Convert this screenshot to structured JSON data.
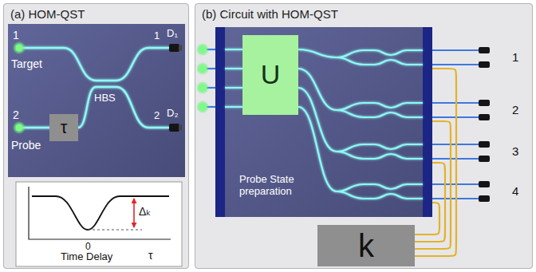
{
  "diagram": {
    "nodes": [
      {
        "text": [
          "(a) HOM-QST"
        ]
      },
      {
        "text": [
          "τ"
        ],
        "in": 0
      },
      {
        "text": [
          "(b) Circuit with HOM-QST"
        ]
      },
      {
        "text": [
          "Probe State preparation"
        ],
        "in": 2
      },
      {
        "text": [
          "U"
        ],
        "in": 3
      },
      {
        "text": [
          "k"
        ],
        "in": 2
      }
    ],
    "edges": [
      {
        "from": 3,
        "to": 5,
        "arrow": "none"
      },
      {
        "from": 3,
        "to": 5,
        "arrow": "none"
      },
      {
        "from": 3,
        "to": 5,
        "arrow": "none"
      },
      {
        "from": 3,
        "to": 5,
        "arrow": "none"
      }
    ],
    "labels": [
      "1",
      "Target",
      "2",
      "Probe",
      "HBS",
      "1",
      "D₁",
      "2",
      "D₂",
      "0",
      "Time Delay",
      "τ",
      "Δₖ",
      "1",
      "2",
      "3",
      "4"
    ]
  }
}
